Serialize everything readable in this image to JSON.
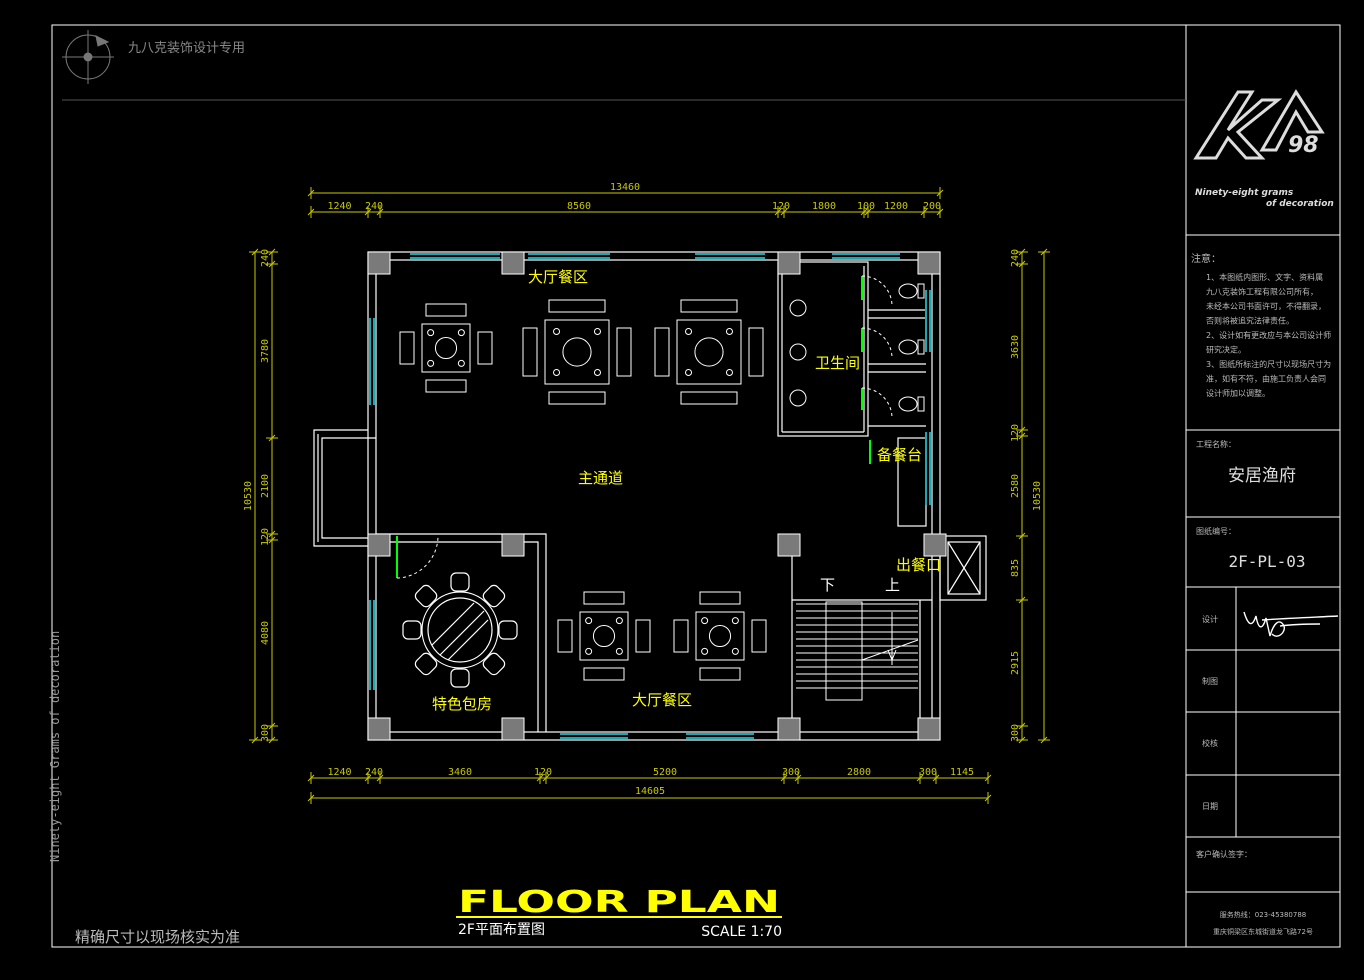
{
  "watermark": {
    "company_cn": "九八克装饰设计专用",
    "vertical_en": "Ninety-eight Grams of decoration"
  },
  "logo": {
    "mark": "K",
    "number": "98",
    "tagline_1": "Ninety-eight grams",
    "tagline_2": "of decoration"
  },
  "notes": {
    "heading": "注意：",
    "items": [
      "1、本图纸内图形、文字、资料属",
      "九八克装饰工程有限公司所有，",
      "未经本公司书面许可，不得翻录，",
      "否则将被追究法律责任。",
      "2、设计如有更改应与本公司设计师",
      "研究决定。",
      "3、图纸所标注的尺寸以现场尺寸为",
      "准，如有不符，由施工负责人会同",
      "设计师加以调整。"
    ]
  },
  "title_block": {
    "project_label": "工程名称：",
    "project_name": "安居渔府",
    "drawing_no_label": "图纸编号：",
    "drawing_no": "2F-PL-03",
    "design_label": "设计",
    "draft_label": "制图",
    "check_label": "校核",
    "date_label": "日期",
    "client_label": "客户确认签字：",
    "hotline": "服务热线：023-45380788",
    "address": "重庆铜梁区东城街道龙飞路72号"
  },
  "dimensions": {
    "top_total": "13460",
    "top_segments": [
      "1240",
      "240",
      "8560",
      "120",
      "1800",
      "100",
      "1200",
      "200"
    ],
    "bottom_total": "14605",
    "bottom_segments": [
      "1240",
      "240",
      "3460",
      "120",
      "5200",
      "300",
      "2800",
      "300",
      "1145"
    ],
    "left_total": "10530",
    "left_segments": [
      "240",
      "3780",
      "2100",
      "120",
      "4080",
      "300"
    ],
    "right_total": "10530",
    "right_segments": [
      "240",
      "3630",
      "120",
      "2580",
      "835",
      "2915",
      "300"
    ]
  },
  "rooms": {
    "hall_top": "大厅餐区",
    "restroom": "卫生间",
    "main_aisle": "主通道",
    "service_station": "备餐台",
    "serving_exit": "出餐口",
    "private_room": "特色包房",
    "hall_bottom": "大厅餐区",
    "stairs_down": "下",
    "stairs_up": "上"
  },
  "footer": {
    "disclaimer": "精确尺寸以现场核实为准",
    "title": "FLOOR  PLAN",
    "subtitle": "2F平面布置图",
    "scale": "SCALE 1:70"
  },
  "colors": {
    "dim": "#c8c800",
    "text_yellow": "#ffff00",
    "window": "#1aa7b0",
    "wall": "#ffffff",
    "door": "#00ff00",
    "text_gray": "#bbbbbb"
  }
}
